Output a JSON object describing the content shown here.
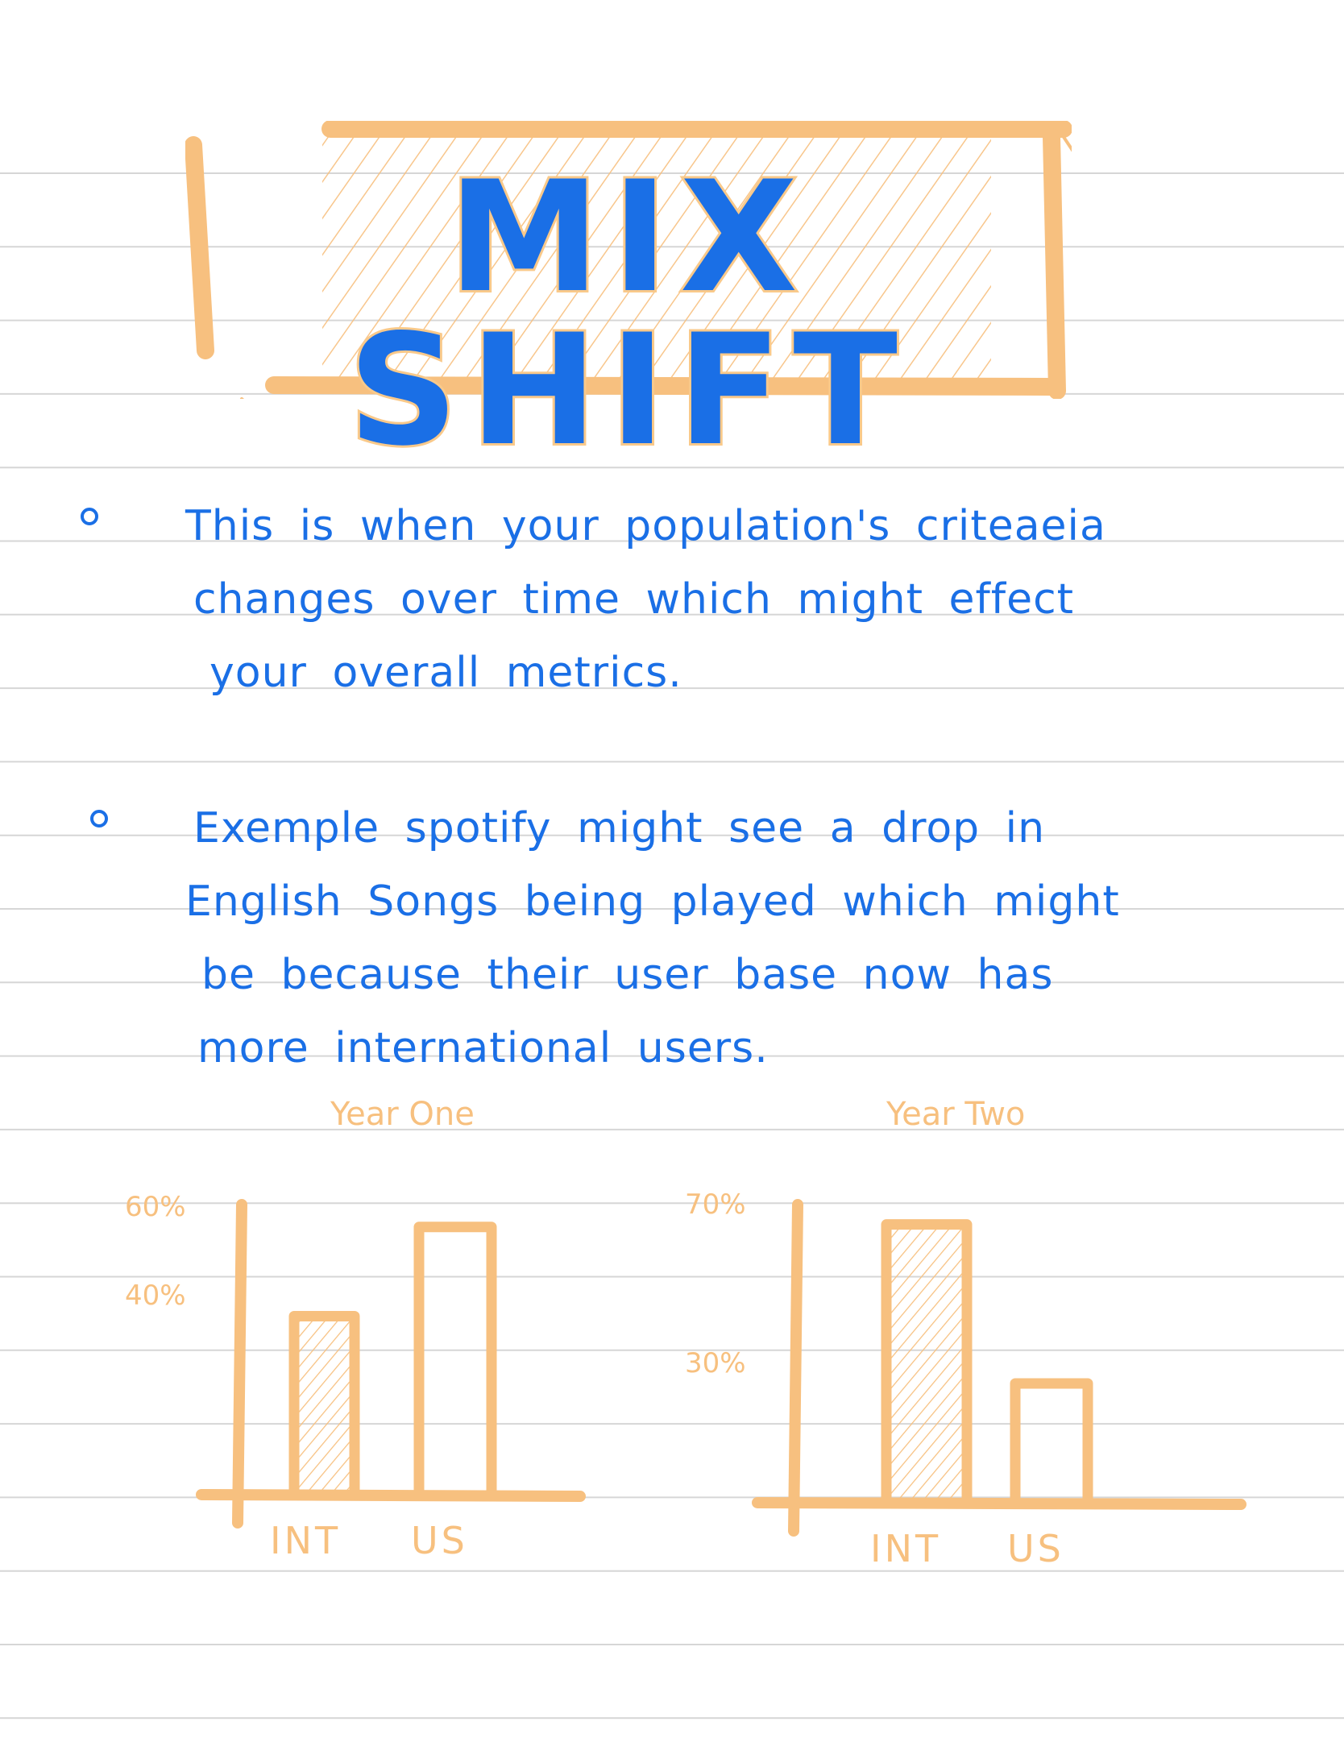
{
  "title": "MIX SHIFT",
  "bullets": [
    {
      "lines": [
        "This is when your population's criteaeia",
        "changes over time which might effect",
        "your overall metrics."
      ]
    },
    {
      "lines": [
        "Exemple spotify might see a drop in",
        "English Songs being played which might",
        "be because their user base now has",
        "more international users."
      ]
    }
  ],
  "colors": {
    "ink": "#1a6fe6",
    "highlight": "#f7c07f",
    "rule": "#d6d6d6"
  },
  "chart_data": [
    {
      "type": "bar",
      "title": "Year One",
      "categories": [
        "INT",
        "US"
      ],
      "values": [
        40,
        60
      ],
      "tick_labels": [
        "60%",
        "40%"
      ],
      "tick_values": [
        60,
        40
      ],
      "hatched": [
        true,
        false
      ],
      "ylim": [
        0,
        65
      ]
    },
    {
      "type": "bar",
      "title": "Year Two",
      "categories": [
        "INT",
        "US"
      ],
      "values": [
        70,
        30
      ],
      "tick_labels": [
        "70%",
        "30%"
      ],
      "tick_values": [
        70,
        30
      ],
      "hatched": [
        true,
        false
      ],
      "ylim": [
        0,
        75
      ]
    }
  ]
}
